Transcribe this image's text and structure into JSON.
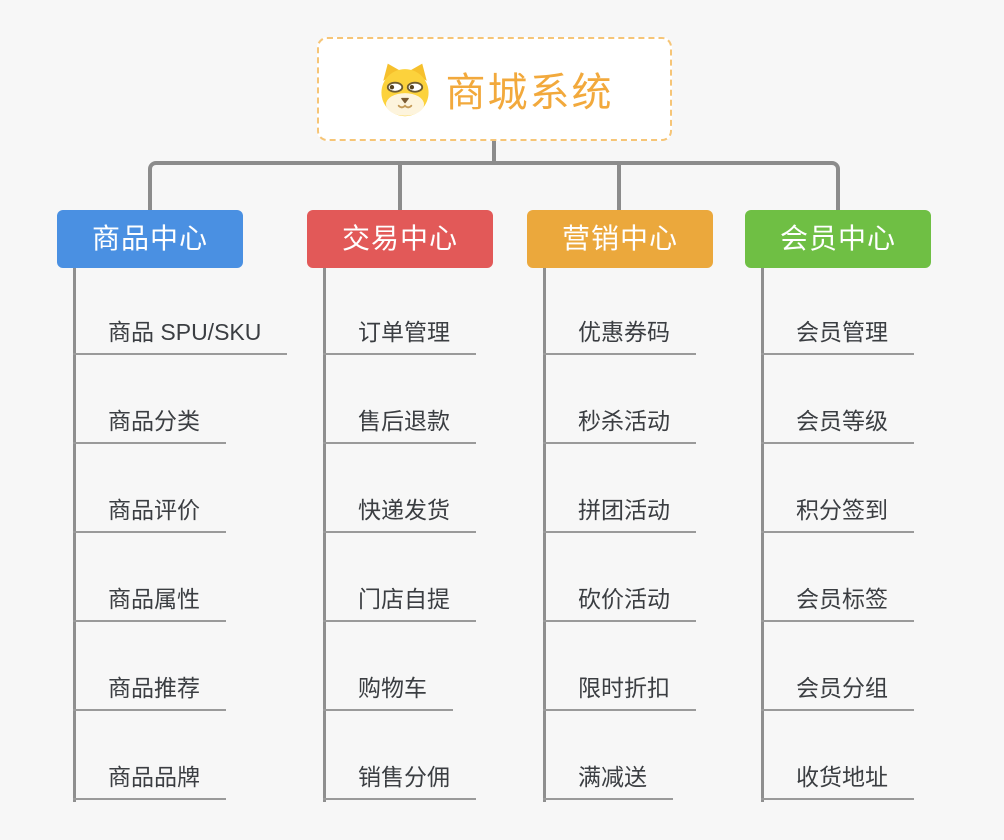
{
  "root": {
    "title": "商城系统",
    "icon": "doge-dog-icon",
    "accent_color": "#f2a93c",
    "border_color": "#f6c577"
  },
  "connector_color": "#8c8c8c",
  "background_color": "#f7f7f7",
  "branches": [
    {
      "label": "商品中心",
      "color": "#4a90e2",
      "items": [
        "商品 SPU/SKU",
        "商品分类",
        "商品评价",
        "商品属性",
        "商品推荐",
        "商品品牌"
      ]
    },
    {
      "label": "交易中心",
      "color": "#e25958",
      "items": [
        "订单管理",
        "售后退款",
        "快递发货",
        "门店自提",
        "购物车",
        "销售分佣"
      ]
    },
    {
      "label": "营销中心",
      "color": "#eba83c",
      "items": [
        "优惠券码",
        "秒杀活动",
        "拼团活动",
        "砍价活动",
        "限时折扣",
        "满减送"
      ]
    },
    {
      "label": "会员中心",
      "color": "#6fbf44",
      "items": [
        "会员管理",
        "会员等级",
        "积分签到",
        "会员标签",
        "会员分组",
        "收货地址"
      ]
    }
  ]
}
